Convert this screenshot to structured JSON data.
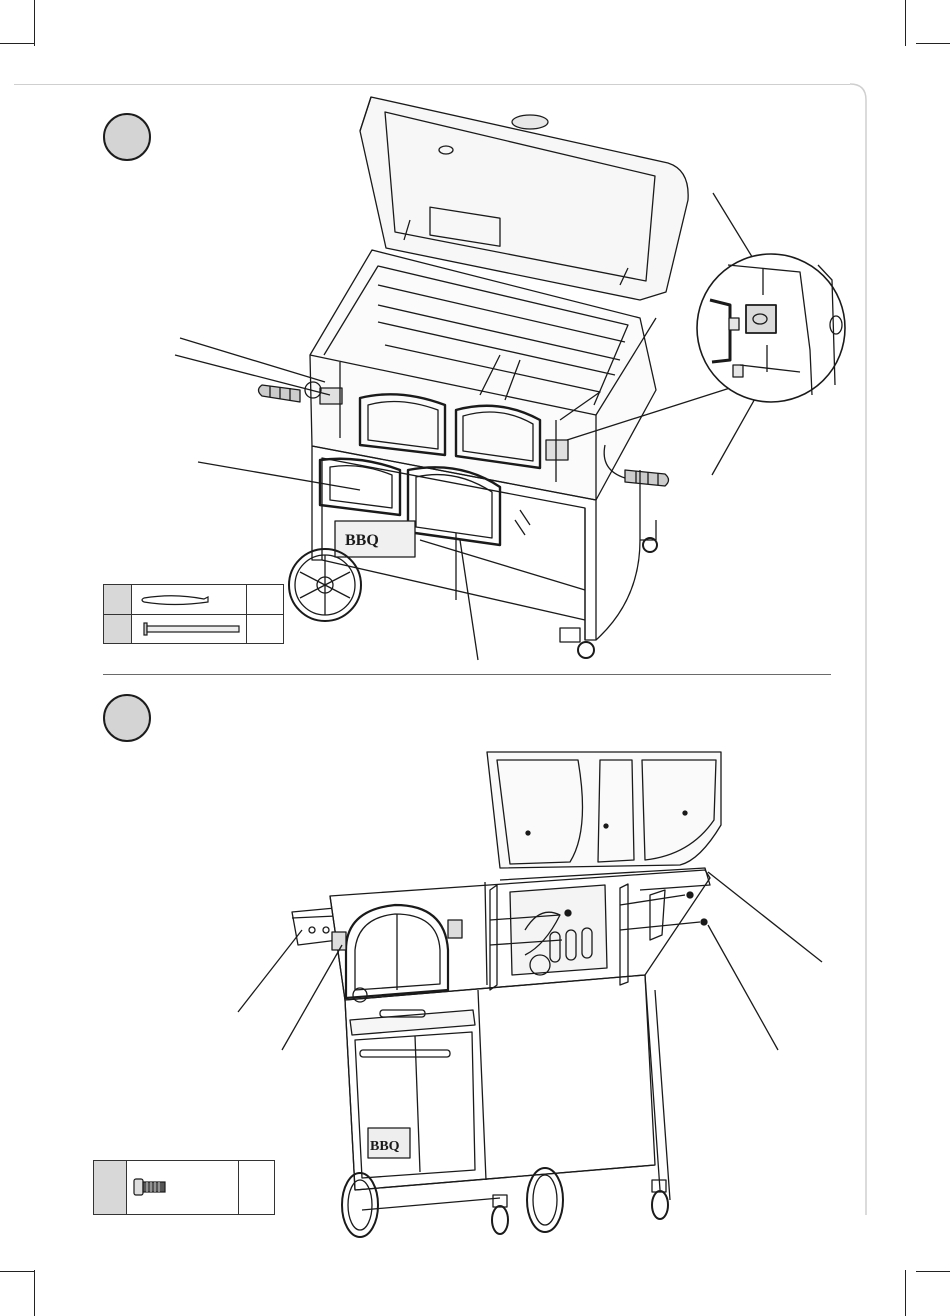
{
  "page": {
    "steps": [
      {
        "id": "step-a",
        "number": ""
      },
      {
        "id": "step-b",
        "number": ""
      }
    ]
  },
  "parts_step_a": [
    {
      "key": "",
      "item": "cotter-pin",
      "qty": ""
    },
    {
      "key": "",
      "item": "hinge-pin",
      "qty": ""
    }
  ],
  "parts_step_b": [
    {
      "key": "",
      "item": "bolt",
      "qty": ""
    }
  ],
  "colors": {
    "line": "#1a1a1a",
    "step_circle_fill": "#d4d4d4",
    "frame": "#cfcfcf",
    "table_key_fill": "#d8d8d8"
  }
}
